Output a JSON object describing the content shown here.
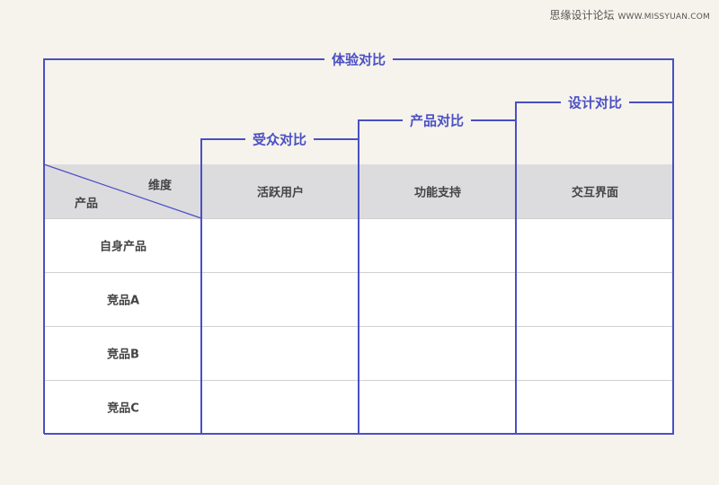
{
  "watermark": {
    "site_name": "思缘设计论坛",
    "site_url": "WWW.MISSYUAN.COM"
  },
  "groups": {
    "experience": "体验对比",
    "audience": "受众对比",
    "product": "产品对比",
    "design": "设计对比"
  },
  "table": {
    "corner_dimension": "维度",
    "corner_product": "产品",
    "columns": [
      "活跃用户",
      "功能支持",
      "交互界面"
    ],
    "rows": [
      "自身产品",
      "竞品A",
      "竞品B",
      "竞品C"
    ]
  },
  "colors": {
    "accent": "#4a4fc4",
    "header_bg": "#dcdcde",
    "page_bg": "#f6f3ec"
  }
}
